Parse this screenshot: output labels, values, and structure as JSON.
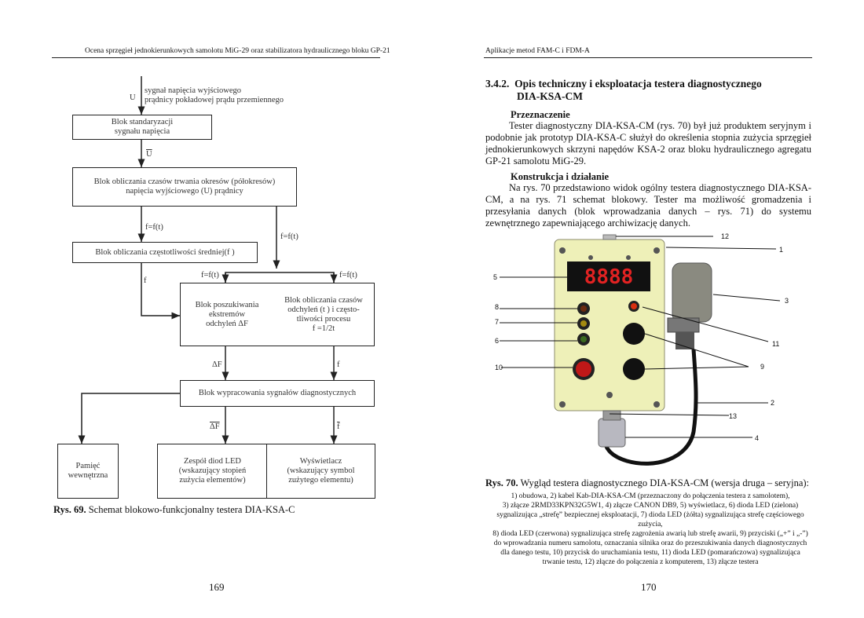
{
  "left": {
    "header": "Ocena sprzęgieł jednokierunkowych samolotu MiG-29 oraz stabilizatora hydraulicznego bloku GP-21",
    "page_number": "169",
    "caption_bold": "Rys. 69.",
    "caption_text": " Schemat blokowo-funkcjonalny testera DIA-KSA-C",
    "diagram": {
      "input_symbol": "U",
      "input_line1": "sygnał napięcia wyjściowego",
      "input_line2": "prądnicy pokładowej prądu przemiennego",
      "block1": "Blok standaryzacji\nsygnału napięcia",
      "u_bar": "U",
      "block2": "Blok obliczania czasów trwania okresów (półokresów)\nnapięcia wyjściowego (U) prądnicy",
      "f_ft_a": "f=f(t)",
      "f_ft_b": "f=f(t)",
      "block3": "Blok obliczania częstotliwości średniej(f )",
      "f_sr": "f",
      "f_ft_c": "f=f(t)",
      "f_ft_d": "f=f(t)",
      "block4a": "Blok poszukiwania\nekstremów\nodchyleń ΔF",
      "block4b": "Blok obliczania czasów\nodchyleń (t ) i często-\ntliwości procesu\nf =1/2t",
      "delta_f": "ΔF",
      "f_label": "f",
      "block5": "Blok wypracowania sygnałów diagnostycznych",
      "delta_f_bar": "ΔF",
      "f_bar": "f",
      "block6": "Pamięć\nwewnętrzna",
      "block7": "Zespół diod LED\n(wskazujący stopień\nzużycia elementów)",
      "block8": "Wyświetlacz\n(wskazujący symbol\nzużytego elementu)"
    }
  },
  "right": {
    "header": "Aplikacje metod FAM-C i FDM-A",
    "page_number": "170",
    "section_number": "3.4.2.",
    "section_title_line1": "Opis techniczny i eksploatacja testera diagnostycznego",
    "section_title_line2": "DIA-KSA-CM",
    "sub1": "Przeznaczenie",
    "para1": "Tester diagnostyczny DIA-KSA-CM (rys. 70) był już produktem seryjnym i podobnie jak prototyp DIA-KSA-C służył do określenia stopnia zużycia sprzęgieł jednokierunkowych skrzyni napędów KSA-2 oraz bloku hydraulicznego agregatu GP-21 samolotu MiG-29.",
    "sub2": "Konstrukcja i działanie",
    "para2": "Na rys. 70 przedstawiono widok ogólny testera diagnostycznego DIA-KSA-CM, a na rys. 71 schemat blokowy. Tester ma możliwość gromadzenia i przesyłania danych (blok wprowadzania danych – rys. 71) do systemu zewnętrznego zapewniającego archiwizację danych.",
    "display_digits": "8888",
    "callouts": [
      "12",
      "1",
      "5",
      "3",
      "8",
      "7",
      "11",
      "6",
      "10",
      "9",
      "2",
      "13",
      "4"
    ],
    "caption_bold": "Rys. 70.",
    "caption_text": " Wygląd testera diagnostycznego DIA-KSA-CM (wersja druga – seryjna):",
    "legend_lines": [
      "1) obudowa, 2) kabel Kab-DIA-KSA-CM (przeznaczony do połączenia testera z samolotem),",
      "3) złącze 2RMD33KPN32G5W1, 4) złącze CANON DB9, 5) wyświetlacz, 6) dioda LED (zielona)",
      "sygnalizująca „strefę” bezpiecznej eksploatacji, 7) dioda LED (żółta) sygnalizująca strefę częściowego zużycia,",
      "8) dioda LED (czerwona) sygnalizująca strefę zagrożenia awarią lub strefę awarii, 9) przyciski („+” i „-”)",
      "do wprowadzania numeru samolotu, oznaczania silnika oraz do przeszukiwania danych diagnostycznych",
      "dla danego testu, 10) przycisk do uruchamiania testu, 11) dioda LED (pomarańczowa) sygnalizująca",
      "trwanie testu, 12) złącze do połączenia z komputerem, 13) złącze testera"
    ]
  }
}
